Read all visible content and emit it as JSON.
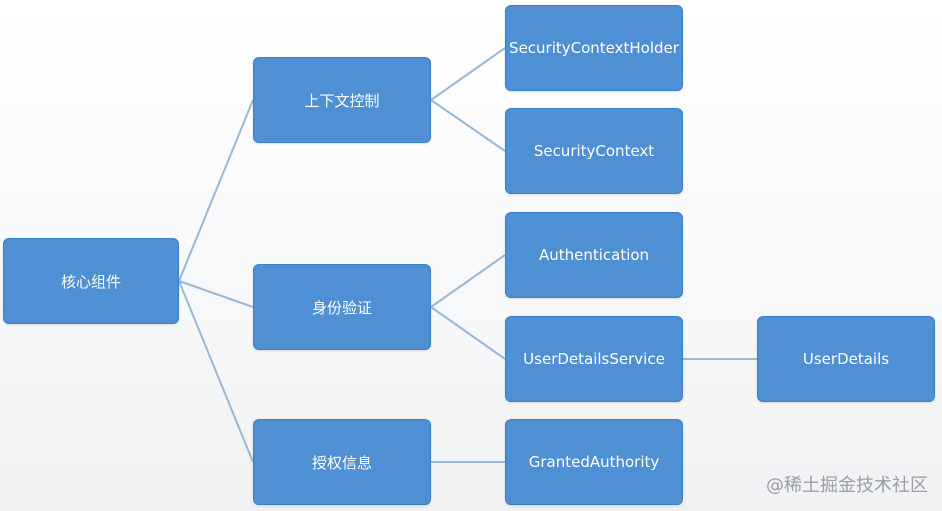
{
  "diagram": {
    "colors": {
      "node_fill": "#4f8fd3",
      "node_border": "#3f7fc4",
      "node_text": "#ffffff",
      "edge": "#9bb8d9"
    },
    "nodes": {
      "core": "核心组件",
      "context_control": "上下文控制",
      "authentication_group": "身份验证",
      "authorization_info": "授权信息",
      "security_context_holder": "SecurityContextHolder",
      "security_context": "SecurityContext",
      "authentication": "Authentication",
      "user_details_service": "UserDetailsService",
      "granted_authority": "GrantedAuthority",
      "user_details": "UserDetails"
    },
    "edges": [
      [
        "core",
        "context_control"
      ],
      [
        "core",
        "authentication_group"
      ],
      [
        "core",
        "authorization_info"
      ],
      [
        "context_control",
        "security_context_holder"
      ],
      [
        "context_control",
        "security_context"
      ],
      [
        "authentication_group",
        "authentication"
      ],
      [
        "authentication_group",
        "user_details_service"
      ],
      [
        "authorization_info",
        "granted_authority"
      ],
      [
        "user_details_service",
        "user_details"
      ]
    ]
  },
  "watermark": "@稀土掘金技术社区"
}
